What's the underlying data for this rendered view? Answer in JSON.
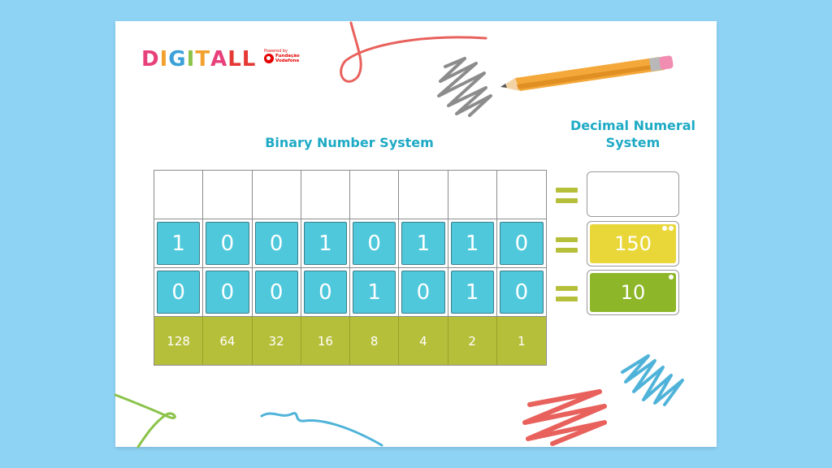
{
  "logo": {
    "letters": [
      "D",
      "I",
      "G",
      "I",
      "T",
      "A",
      "L",
      "L"
    ],
    "letter_colors": [
      "#e8407a",
      "#f2a12e",
      "#3aa0d8",
      "#8bc34a",
      "#f2a12e",
      "#e8407a",
      "#e53935",
      "#e53935"
    ],
    "powered_by": "Powered by",
    "org_line1": "Fundação",
    "org_line2": "Vodafone"
  },
  "headings": {
    "binary": "Binary Number System",
    "decimal": "Decimal Numeral System"
  },
  "rows": {
    "empty": [
      "",
      "",
      "",
      "",
      "",
      "",
      "",
      ""
    ],
    "a": [
      "1",
      "0",
      "0",
      "1",
      "0",
      "1",
      "1",
      "0"
    ],
    "b": [
      "0",
      "0",
      "0",
      "0",
      "1",
      "0",
      "1",
      "0"
    ],
    "weights": [
      "128",
      "64",
      "32",
      "16",
      "8",
      "4",
      "2",
      "1"
    ]
  },
  "decimal": {
    "empty": "",
    "a": "150",
    "b": "10"
  },
  "colors": {
    "background": "#8fd3f4",
    "heading": "#1eaac5",
    "bit_cell": "#4fc8dc",
    "weight_row": "#b6bf3a",
    "decimal_a": "#e9d73a",
    "decimal_b": "#8db629"
  }
}
